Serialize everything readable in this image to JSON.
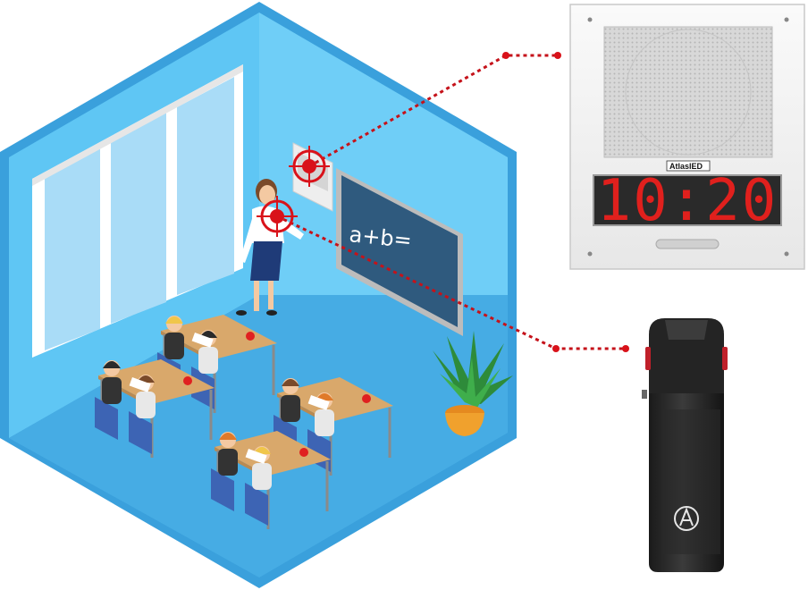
{
  "classroom": {
    "board_text": "a+b="
  },
  "speaker_panel": {
    "brand": "AtlasIED",
    "clock_display": "10:20",
    "display_color": "#e0201d"
  },
  "callout": {
    "marker_color": "#d9121a",
    "line_color": "#c5121a"
  },
  "microphone": {
    "logo": "atlas-logo-icon"
  }
}
